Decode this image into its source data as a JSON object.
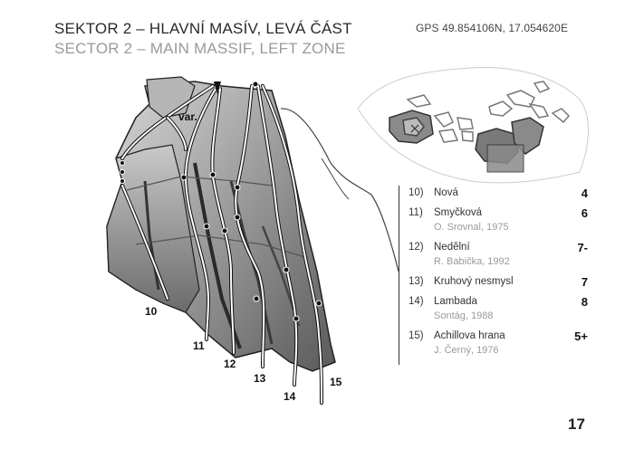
{
  "header": {
    "title_cz": "SEKTOR 2 – HLAVNÍ MASÍV, LEVÁ ČÁST",
    "title_en": "SECTOR 2 – MAIN MASSIF, LEFT ZONE",
    "gps": "GPS 49.854106N, 17.054620E"
  },
  "topo": {
    "variant_label": "var.",
    "route_labels": [
      "10",
      "11",
      "12",
      "13",
      "14",
      "15"
    ]
  },
  "routes": [
    {
      "num": "10)",
      "name": "Nová",
      "grade": "4",
      "author": ""
    },
    {
      "num": "11)",
      "name": "Smyčková",
      "grade": "6",
      "author": "O. Srovnal, 1975"
    },
    {
      "num": "12)",
      "name": "Nedělní",
      "grade": "7-",
      "author": "R. Babička, 1992"
    },
    {
      "num": "13)",
      "name": "Kruhový nesmysl",
      "grade": "7",
      "author": ""
    },
    {
      "num": "14)",
      "name": "Lambada",
      "grade": "8",
      "author": "Sontág, 1988"
    },
    {
      "num": "15)",
      "name": "Achillova hrana",
      "grade": "5+",
      "author": "J. Černý, 1976"
    }
  ],
  "page": {
    "number": "17"
  },
  "colors": {
    "map_highlight": "#8a8a8a",
    "rock_dark": "#3a3a3a"
  }
}
